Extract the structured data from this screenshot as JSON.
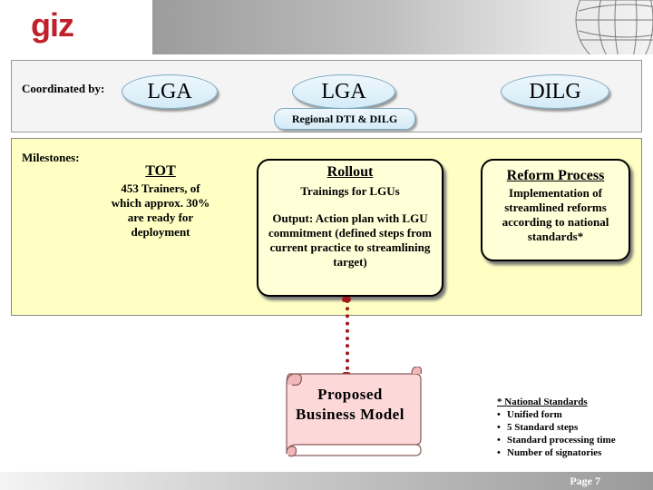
{
  "header": {
    "logo_text": "giz"
  },
  "coordination": {
    "label": "Coordinated by:",
    "pills": [
      "LGA",
      "LGA",
      "DILG"
    ],
    "sub_pill": "Regional DTI & DILG"
  },
  "milestones": {
    "label": "Milestones:",
    "tot": {
      "title": "TOT",
      "text": "453 Trainers, of which approx. 30% are ready for deployment"
    },
    "rollout": {
      "title": "Rollout",
      "line1": "Trainings for LGUs",
      "line2": "Output: Action plan with LGU commitment (defined steps from current practice to streamlining target)"
    },
    "reform": {
      "title": "Reform Process",
      "text": "Implementation of streamlined reforms according to national standards*"
    }
  },
  "scroll": {
    "text": "Proposed Business Model"
  },
  "notes": {
    "title": "* National Standards",
    "items": [
      "Unified form",
      "5 Standard steps",
      "Standard processing time",
      "Number of signatories"
    ]
  },
  "footer": {
    "page": "Page 7"
  },
  "colors": {
    "logo": "#c0202a",
    "milestone_panel": "#ffffc4",
    "scroll_fill": "#fcd8d8",
    "connector": "#a01818"
  }
}
